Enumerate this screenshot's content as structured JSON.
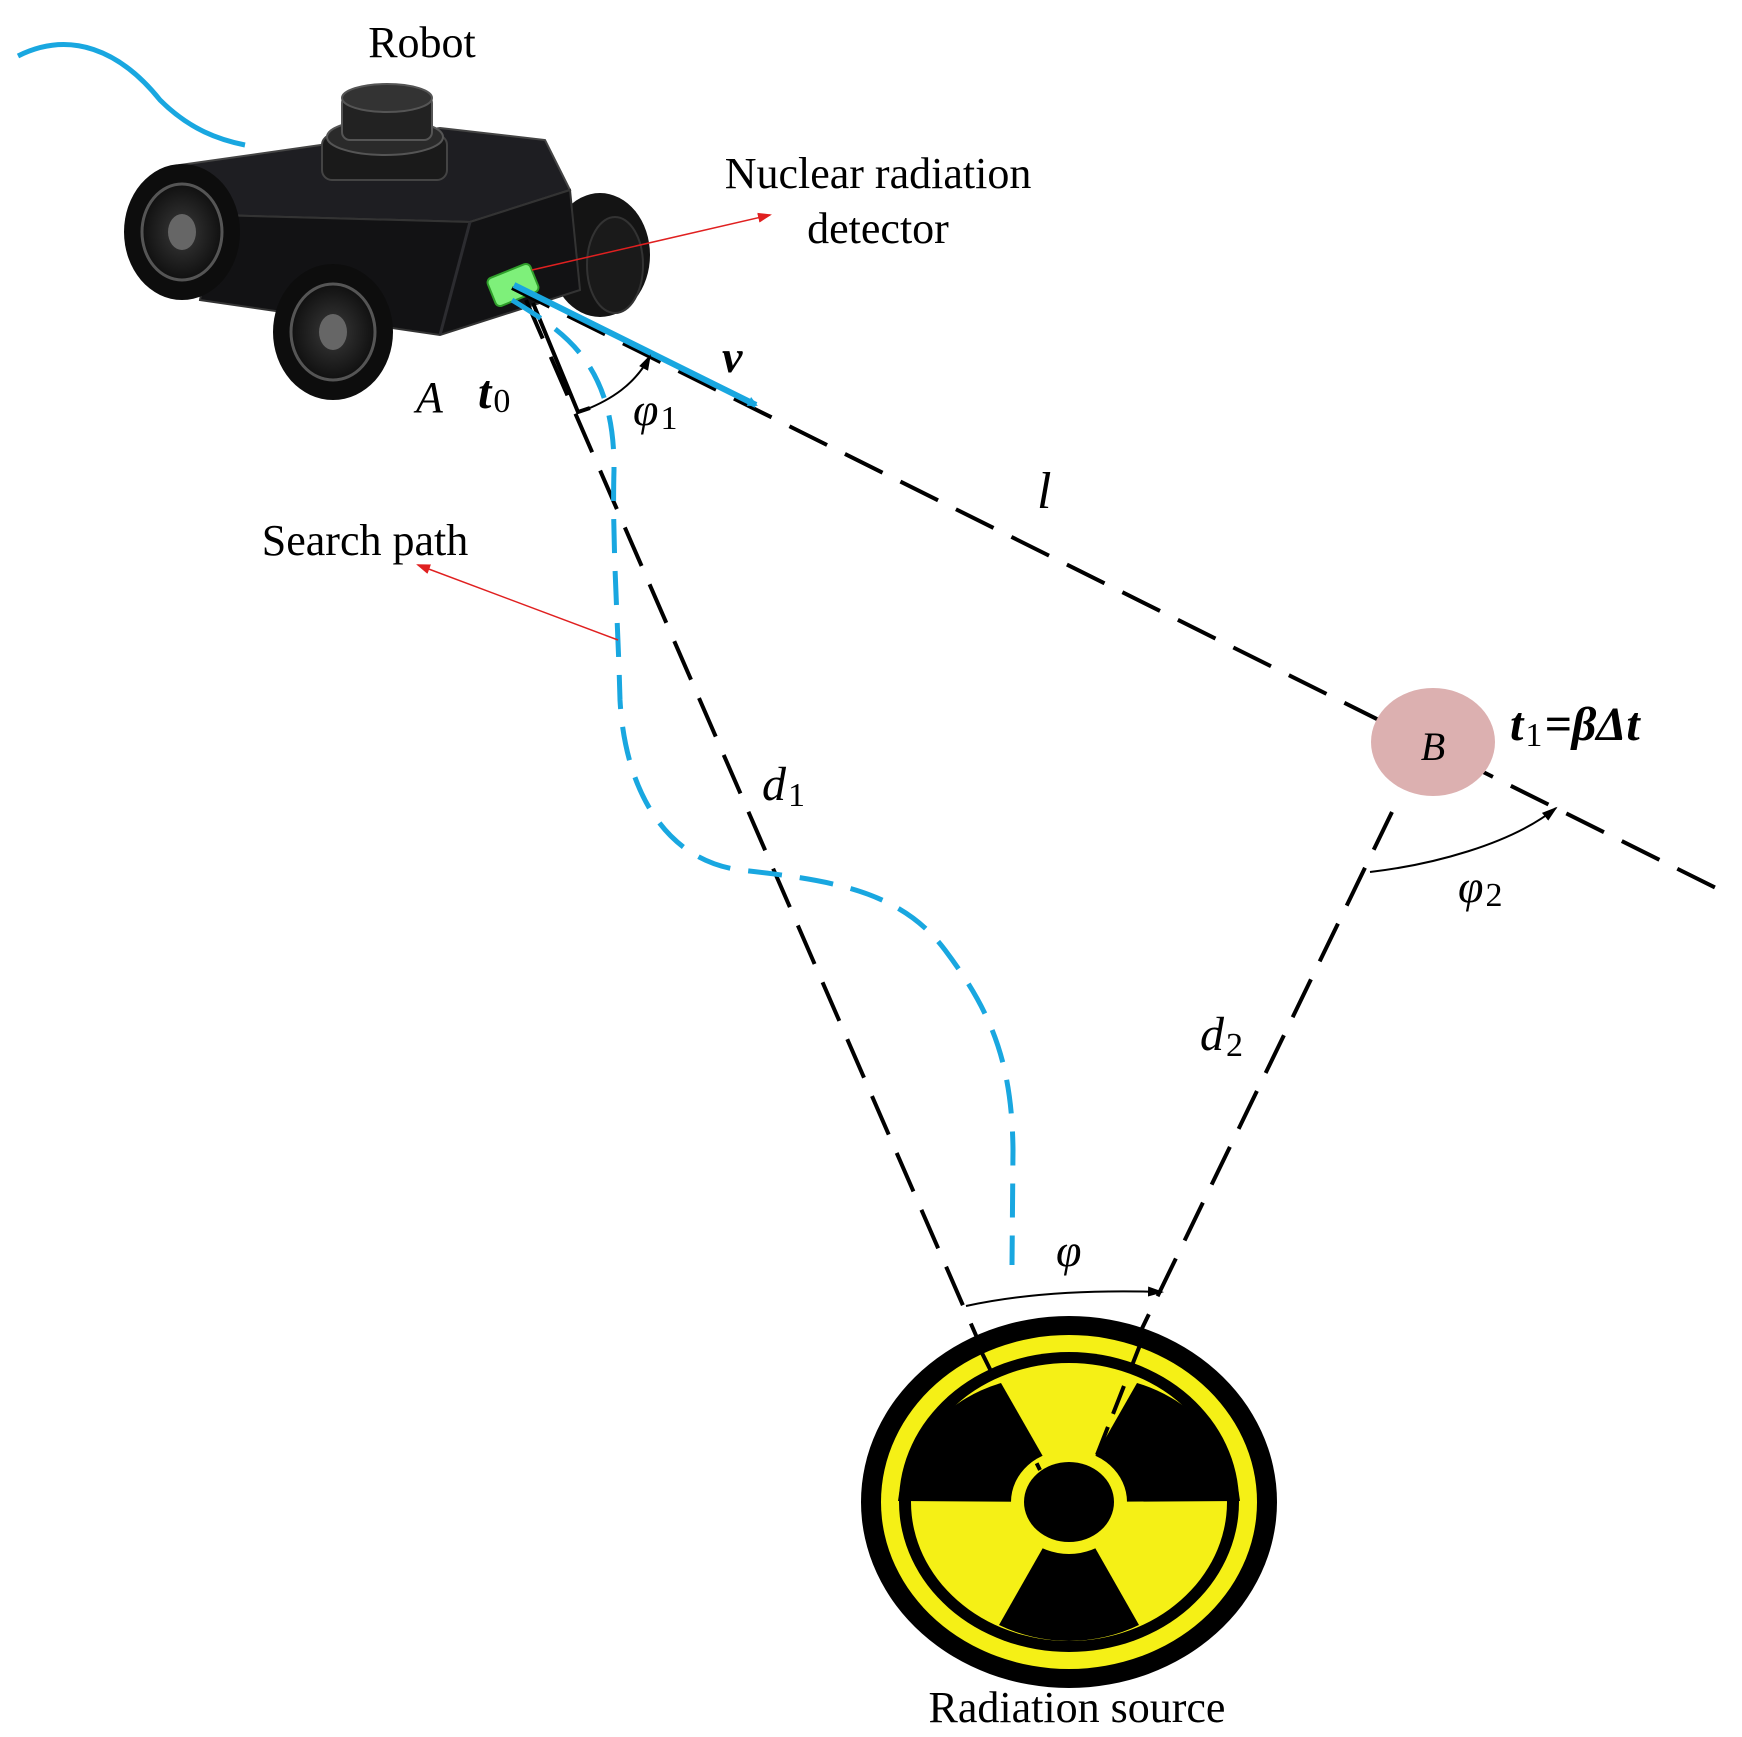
{
  "labels": {
    "robot": "Robot",
    "detector_line1": "Nuclear radiation",
    "detector_line2": "detector",
    "search_path": "Search path",
    "radiation_source": "Radiation source",
    "point_a": "A",
    "point_b": "B",
    "t0_base": "t",
    "t0_sub": "0",
    "velocity": "v",
    "phi1_base": "φ",
    "phi1_sub": "1",
    "line_l": "l",
    "d1_base": "d",
    "d1_sub": "1",
    "d2_base": "d",
    "d2_sub": "2",
    "phi2_base": "φ",
    "phi2_sub": "2",
    "phi": "φ",
    "t1_base": "t",
    "t1_sub": "1",
    "t1_rest": "=βΔt"
  },
  "colors": {
    "path_blue": "#19a7e0",
    "detector_green": "#7ef07a",
    "point_b_fill": "#dcb0b0",
    "radiation_yellow": "#f5f016",
    "leader_red": "#e02020",
    "robot_body": "#161618"
  },
  "icons": {
    "robot": "wheeled-robot-icon",
    "radiation": "radiation-trefoil-icon"
  }
}
